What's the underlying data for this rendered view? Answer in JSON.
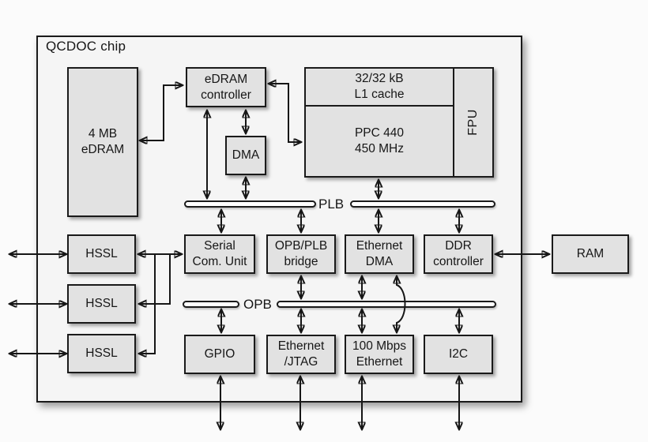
{
  "diagram": {
    "title": "QCDOC chip",
    "blocks": {
      "edram": {
        "label": "4 MB\neDRAM"
      },
      "edram_controller": {
        "label": "eDRAM\ncontroller"
      },
      "dma": {
        "label": "DMA"
      },
      "l1_cache": {
        "label": "32/32 kB\nL1 cache"
      },
      "cpu": {
        "label": "PPC 440\n450 MHz"
      },
      "fpu": {
        "label": "FPU"
      },
      "serial_com_unit": {
        "label": "Serial\nCom. Unit"
      },
      "opb_plb_bridge": {
        "label": "OPB/PLB\nbridge"
      },
      "ethernet_dma": {
        "label": "Ethernet\nDMA"
      },
      "ddr_controller": {
        "label": "DDR\ncontroller"
      },
      "ram": {
        "label": "RAM"
      },
      "gpio": {
        "label": "GPIO"
      },
      "ethernet_jtag": {
        "label": "Ethernet\n/JTAG"
      },
      "ethernet_100": {
        "label": "100 Mbps\nEthernet"
      },
      "i2c": {
        "label": "I2C"
      },
      "hssl_1": {
        "label": "HSSL"
      },
      "hssl_2": {
        "label": "HSSL"
      },
      "hssl_3": {
        "label": "HSSL"
      }
    },
    "buses": {
      "plb": {
        "label": "PLB"
      },
      "opb": {
        "label": "OPB"
      }
    },
    "colors": {
      "block_fill": "#e2e2e2",
      "chip_fill": "#f5f5f5",
      "bus_fill": "#ffffff",
      "line": "#161616"
    }
  }
}
